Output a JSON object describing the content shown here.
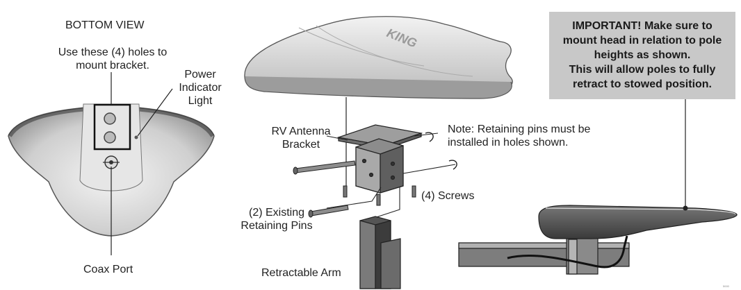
{
  "bottom_view": {
    "title": "BOTTOM VIEW",
    "holes_note": [
      "Use these (4) holes to",
      "mount bracket."
    ],
    "power_light": [
      "Power",
      "Indicator",
      "Light"
    ],
    "coax_port": "Coax Port"
  },
  "brand_logo": "KING",
  "assembly": {
    "bracket_label": [
      "RV Antenna",
      "Bracket"
    ],
    "pins_note": [
      "Note: Retaining pins must be",
      "installed in holes shown."
    ],
    "screws": "(4) Screws",
    "existing_pins": [
      "(2) Existing",
      "Retaining Pins"
    ],
    "retractable_arm": "Retractable Arm"
  },
  "important_callout": [
    "IMPORTANT!  Make sure to",
    "mount head in relation to pole",
    "heights as shown.",
    "This will allow poles to fully",
    "retract to stowed position."
  ],
  "part_code": "5000",
  "colors": {
    "line": "#222222",
    "callout_bg": "#c8c8c8",
    "shell": "#d9d9d9",
    "shell_dark": "#8a8a8a"
  }
}
